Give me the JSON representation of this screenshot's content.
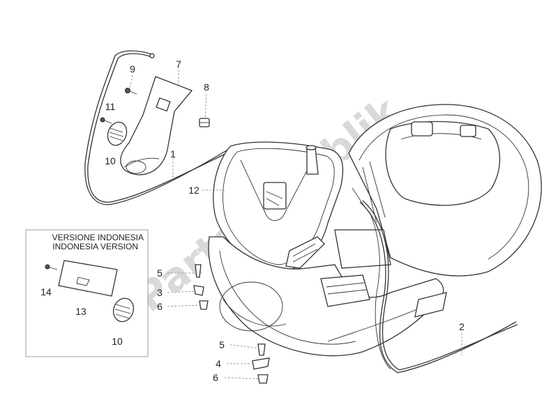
{
  "watermark": "PartsRepublik",
  "inset_note": {
    "line1": "VERSIONE INDONESIA",
    "line2": "INDONESIA VERSION"
  },
  "callouts": {
    "c1": "1",
    "c2": "2",
    "c3": "3",
    "c4": "4",
    "c5a": "5",
    "c5b": "5",
    "c6a": "6",
    "c6b": "6",
    "c7": "7",
    "c8": "8",
    "c9": "9",
    "c10a": "10",
    "c10b": "10",
    "c11": "11",
    "c12": "12",
    "c13": "13",
    "c14": "14"
  }
}
